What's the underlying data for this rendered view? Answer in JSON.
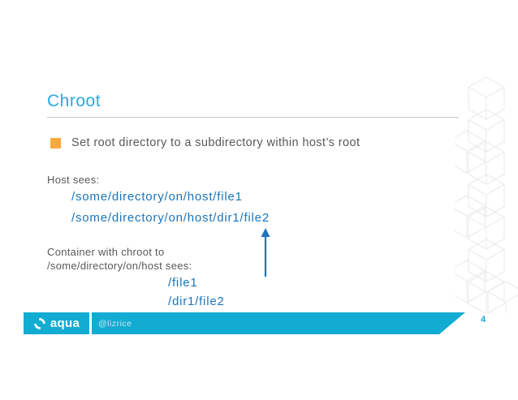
{
  "slide": {
    "title": "Chroot",
    "bullet": "Set root directory to a subdirectory within host’s root",
    "host_sees_label": "Host sees:",
    "host_path_1": "/some/directory/on/host/file1",
    "host_path_2": "/some/directory/on/host/dir1/file2",
    "container_label_line1": "Container with chroot to",
    "container_label_line2": "/some/directory/on/host sees:",
    "container_path_1": "/file1",
    "container_path_2": "/dir1/file2",
    "page_number": "4"
  },
  "footer": {
    "logo_text": "aqua",
    "handle": "@lizrice"
  },
  "icons": {
    "bullet": "orange-square-icon",
    "arrow": "arrow-up-icon",
    "logo": "aqua-swirl-icon",
    "decoration": "isometric-cube-pattern"
  },
  "colors": {
    "title_blue": "#29ABE2",
    "path_blue": "#1B75BC",
    "body_gray": "#595959",
    "bullet_orange": "#F7A941",
    "bar_cyan": "#12ACD2"
  }
}
